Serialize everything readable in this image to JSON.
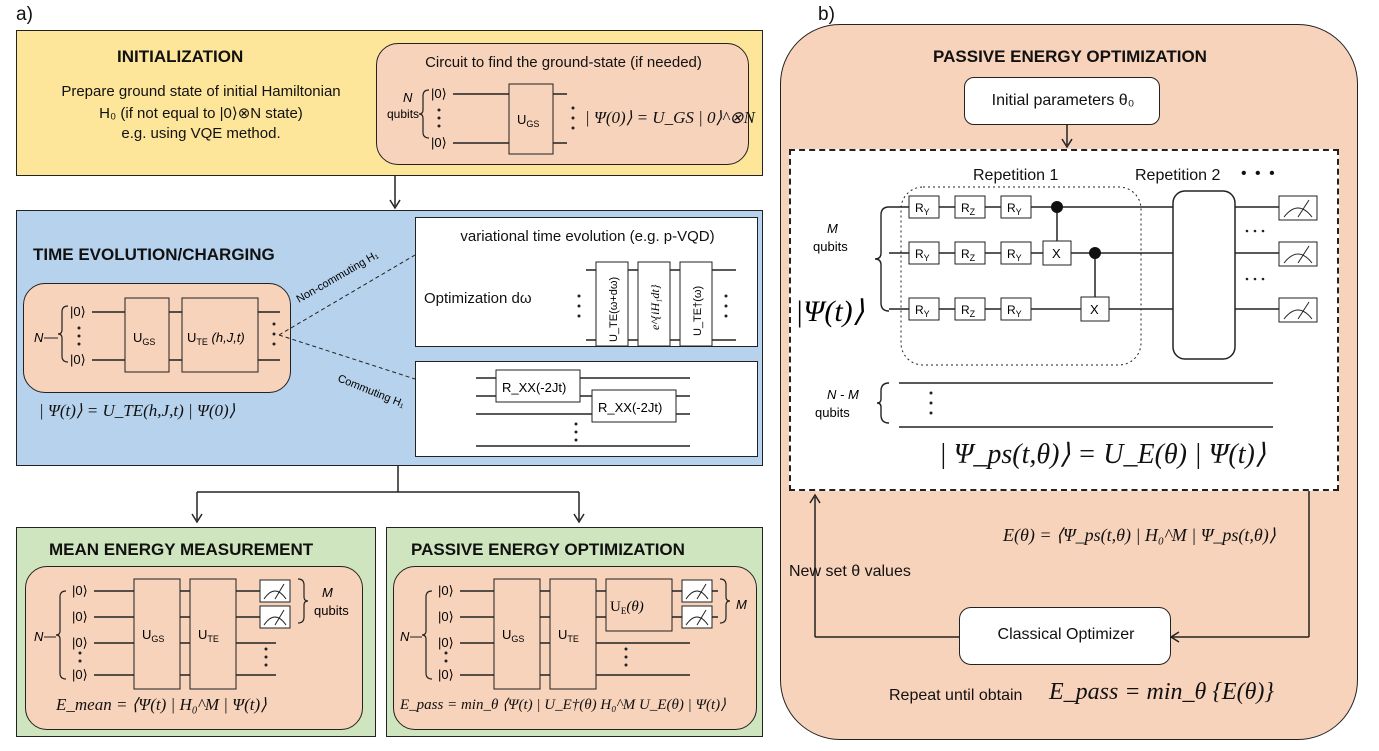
{
  "panel_a": {
    "label": "a)",
    "init": {
      "title": "INITIALIZATION",
      "desc_line1": "Prepare ground state of initial Hamiltonian",
      "desc_line2": "H₀ (if not equal to |0⟩⊗N state)",
      "desc_line3": "e.g. using VQE method.",
      "circuit_title": "Circuit to find the ground-state (if needed)",
      "n_label": "N",
      "qubits_label": "qubits",
      "ket0": "|0⟩",
      "gate_gs": "U_GS",
      "equation": "| Ψ(0)⟩ = U_GS | 0⟩^⊗N"
    },
    "time_evolution": {
      "title": "TIME EVOLUTION/CHARGING",
      "n_label": "N",
      "ket0": "|0⟩",
      "gate_gs": "U_GS",
      "gate_te": "U_TE (h,J,t)",
      "equation": "| Ψ(t)⟩ = U_TE(h,J,t) | Ψ(0)⟩",
      "noncommuting_label": "Non-commuting H₁",
      "commuting_label": "Commuting H₁",
      "variational_title": "variational time evolution (e.g. p-VQD)",
      "optimization_label": "Optimization dω",
      "gate_v1": "U_TE(ω+dω)",
      "gate_v2": "e^{iH₁dt}",
      "gate_v3": "U_TE†(ω)",
      "rxx1": "R_XX(-2Jt)",
      "rxx2": "R_XX(-2Jt)"
    },
    "mean_energy": {
      "title": "MEAN ENERGY MEASUREMENT",
      "n_label": "N",
      "m_label": "M",
      "qubits_label": "qubits",
      "ket0": "|0⟩",
      "gate_gs": "U_GS",
      "gate_te": "U_TE",
      "equation": "E_mean = ⟨Ψ(t) | H₀^M | Ψ(t)⟩"
    },
    "passive_energy": {
      "title": "PASSIVE ENERGY OPTIMIZATION",
      "n_label": "N",
      "m_label": "M",
      "ket0": "|0⟩",
      "gate_gs": "U_GS",
      "gate_te": "U_TE",
      "gate_e": "U_E(θ)",
      "equation": "E_pass = min_θ ⟨Ψ(t) | U_E†(θ) H₀^M U_E(θ) | Ψ(t)⟩"
    }
  },
  "panel_b": {
    "label": "b)",
    "title": "PASSIVE ENERGY OPTIMIZATION",
    "initial_params": "Initial parameters θ₀",
    "repetition1": "Repetition 1",
    "repetition2": "Repetition 2",
    "ellipsis": "• • •",
    "m_label": "M",
    "qubits_label": "qubits",
    "nm_label": "N - M",
    "psi_t": "|Ψ(t)⟩",
    "gate_ry": "R_Y",
    "gate_rz": "R_Z",
    "gate_x": "X",
    "state_equation": "| Ψ_ps(t,θ)⟩ = U_E(θ) | Ψ(t)⟩",
    "energy_equation": "E(θ) = ⟨Ψ_ps(t,θ) | H₀^M | Ψ_ps(t,θ)⟩",
    "new_set": "New set θ values",
    "optimizer": "Classical Optimizer",
    "repeat_until": "Repeat until obtain",
    "final_equation": "E_pass = min_θ {E(θ)}"
  }
}
